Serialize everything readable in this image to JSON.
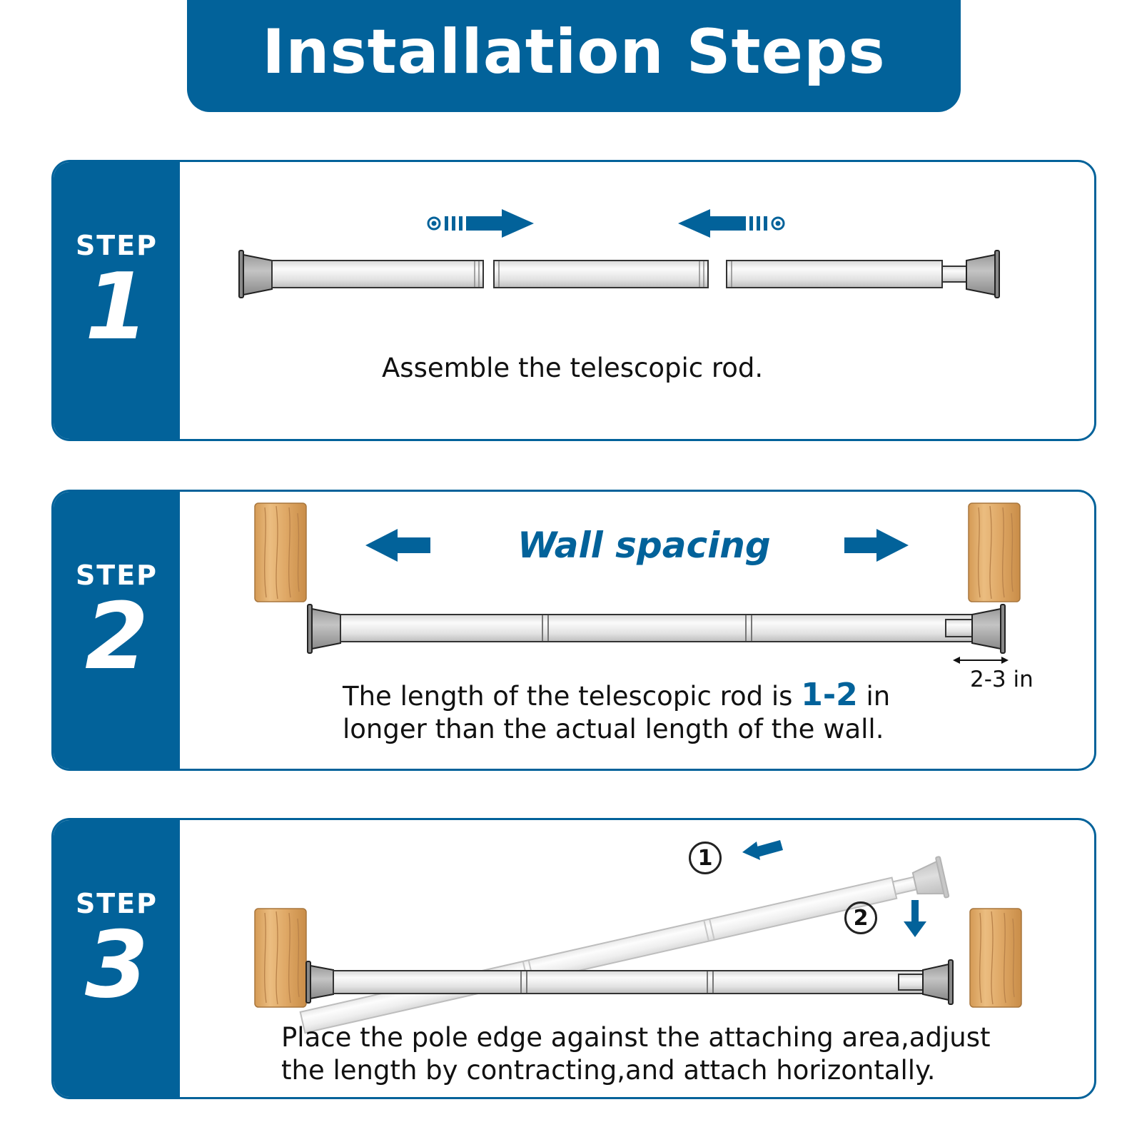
{
  "header": {
    "title": "Installation Steps"
  },
  "steps": [
    {
      "step_word": "STEP",
      "number": "1",
      "caption": "Assemble the telescopic rod."
    },
    {
      "step_word": "STEP",
      "number": "2",
      "wall_label": "Wall spacing",
      "measure_label": "2-3 in",
      "caption_before": "The length of the telescopic rod is ",
      "caption_highlight": "1-2",
      "caption_after": " in",
      "caption_line2": "longer than the actual length of the wall."
    },
    {
      "step_word": "STEP",
      "number": "3",
      "marker_1": "1",
      "marker_2": "2",
      "caption_line1": "Place the pole edge against the attaching area,adjust",
      "caption_line2": "the length by contracting,and attach horizontally."
    }
  ],
  "colors": {
    "brand": "#02629a",
    "wood": "#e2b171",
    "rod": "#e9e9e9",
    "end_cap": "#a7a7a7"
  }
}
